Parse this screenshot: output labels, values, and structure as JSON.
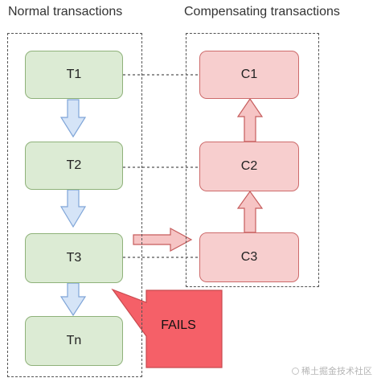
{
  "headings": {
    "normal": "Normal transactions",
    "compensating": "Compensating transactions"
  },
  "normal": [
    {
      "id": "t1",
      "label": "T1"
    },
    {
      "id": "t2",
      "label": "T2"
    },
    {
      "id": "t3",
      "label": "T3"
    },
    {
      "id": "tn",
      "label": "Tn"
    }
  ],
  "compensating": [
    {
      "id": "c1",
      "label": "C1"
    },
    {
      "id": "c2",
      "label": "C2"
    },
    {
      "id": "c3",
      "label": "C3"
    }
  ],
  "failure": {
    "label": "FAILS"
  },
  "watermark": {
    "text": "稀土掘金技术社区"
  },
  "colors": {
    "green_fill": "#dcebd4",
    "red_fill": "#f7cece",
    "red_arrow": "#f6c4c4",
    "blue_arrow": "#d5e4f7",
    "fails_fill": "#f56068"
  }
}
